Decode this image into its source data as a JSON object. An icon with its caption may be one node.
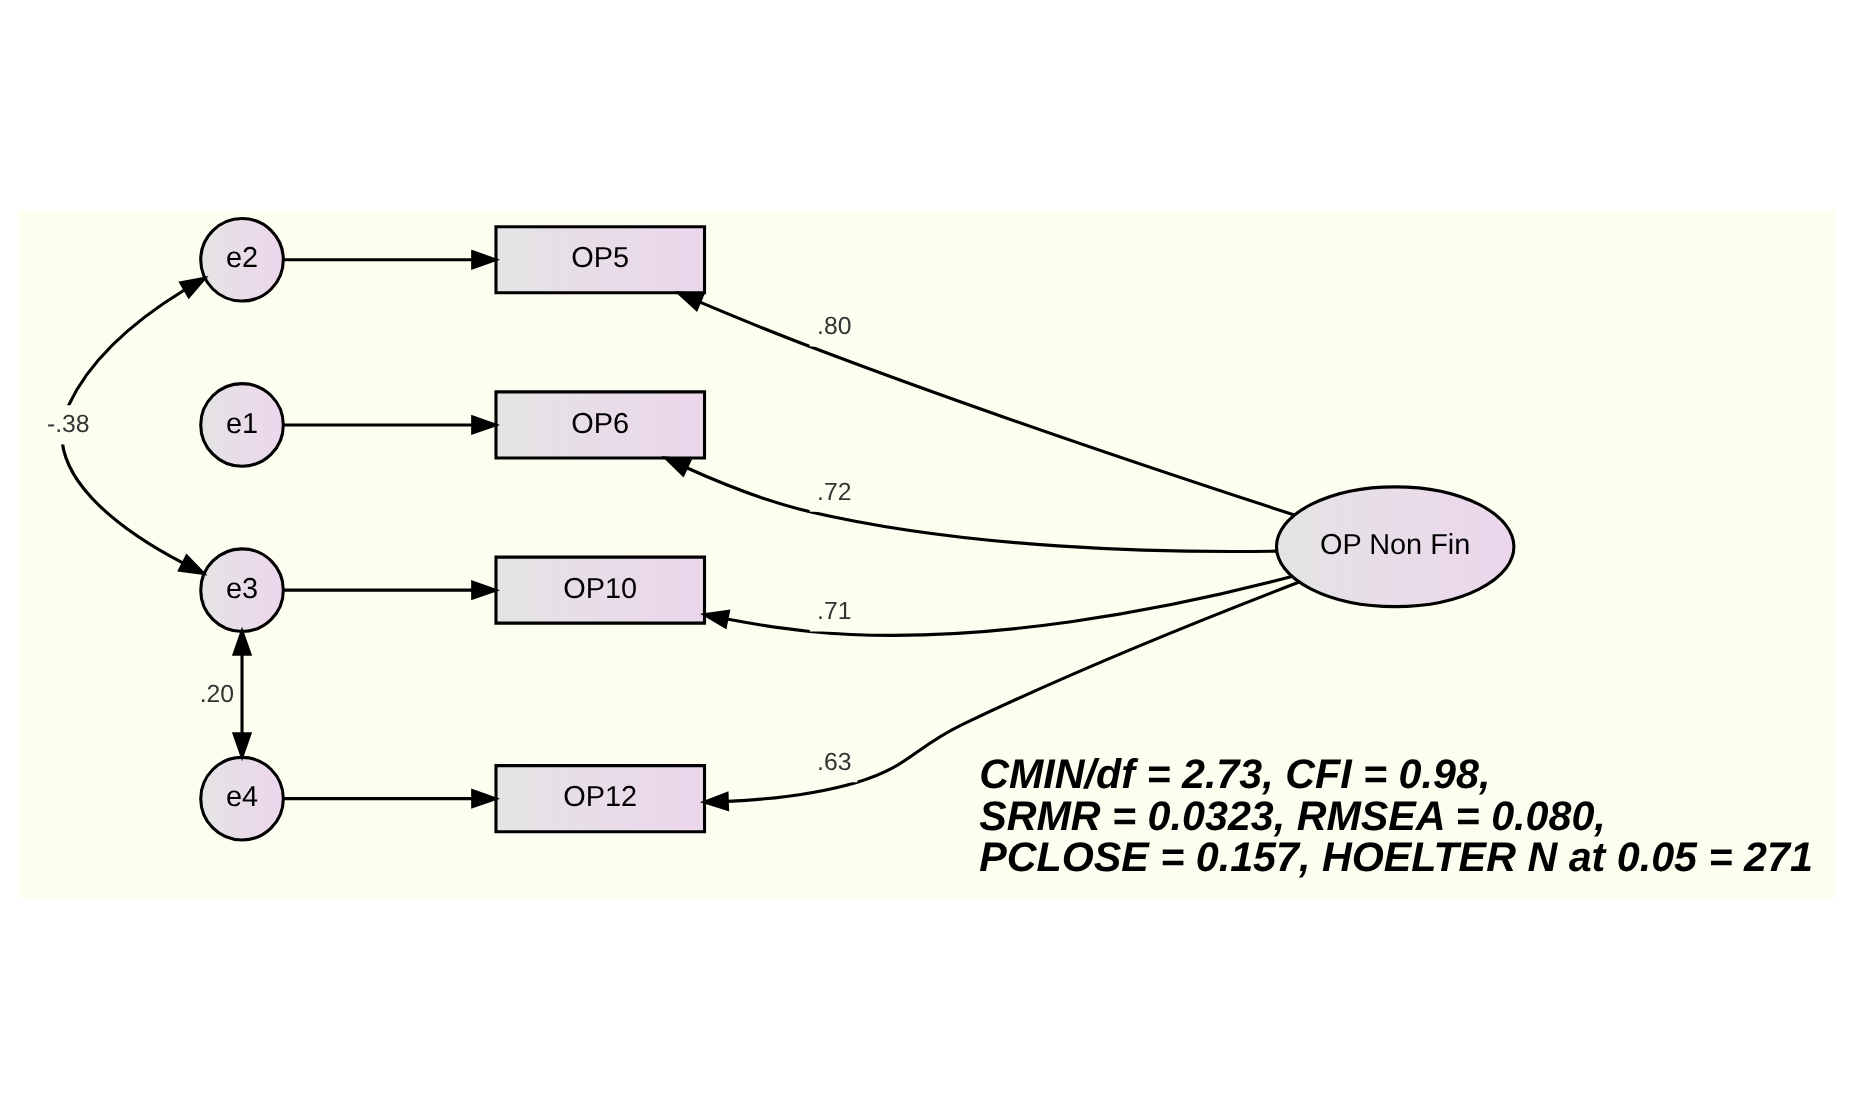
{
  "diagram": {
    "nodes": [
      {
        "text": [
          "e2"
        ]
      },
      {
        "text": [
          "e1"
        ]
      },
      {
        "text": [
          "e3"
        ]
      },
      {
        "text": [
          "e4"
        ]
      },
      {
        "text": [
          "OP5"
        ]
      },
      {
        "text": [
          "OP6"
        ]
      },
      {
        "text": [
          "OP10"
        ]
      },
      {
        "text": [
          "OP12"
        ]
      },
      {
        "text": [
          "OP Non Fin"
        ]
      }
    ],
    "edges": [
      {
        "from": 0,
        "to": 4,
        "arrow": "to"
      },
      {
        "from": 1,
        "to": 5,
        "arrow": "to"
      },
      {
        "from": 2,
        "to": 6,
        "arrow": "to"
      },
      {
        "from": 3,
        "to": 7,
        "arrow": "to"
      },
      {
        "from": 8,
        "to": 4,
        "arrow": "to",
        "label": ".80"
      },
      {
        "from": 8,
        "to": 5,
        "arrow": "to",
        "label": ".72"
      },
      {
        "from": 8,
        "to": 6,
        "arrow": "to",
        "label": ".71"
      },
      {
        "from": 8,
        "to": 7,
        "arrow": "to",
        "label": ".63"
      },
      {
        "from": 0,
        "to": 2,
        "arrow": "both",
        "label": "-.38"
      },
      {
        "from": 2,
        "to": 3,
        "arrow": "both",
        "label": ".20"
      }
    ],
    "labels": [
      "CMIN/df = 2.73, CFI = 0.98,",
      "SRMR = 0.0323, RMSEA = 0.080,",
      "PCLOSE = 0.157, HOELTER N at 0.05 = 271"
    ]
  }
}
